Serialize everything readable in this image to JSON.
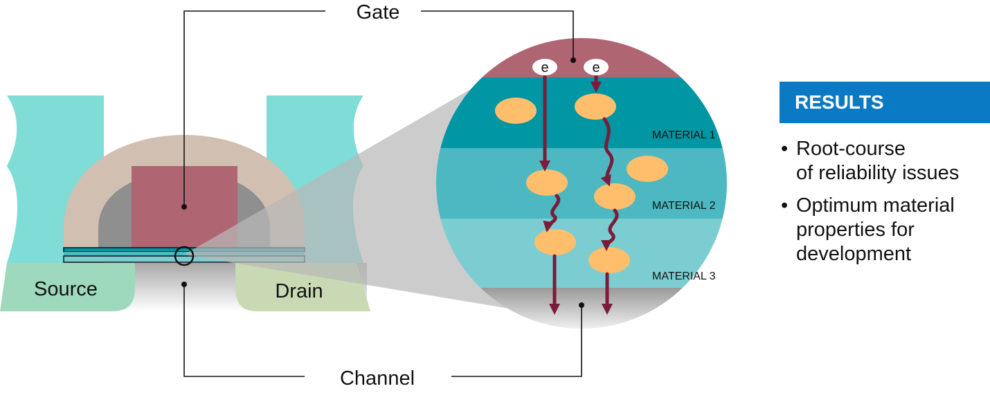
{
  "diagram": {
    "labels": {
      "gate": "Gate",
      "channel": "Channel",
      "source": "Source",
      "drain": "Drain"
    },
    "electron_label": "e",
    "materials": [
      "MATERIAL 1",
      "MATERIAL 2",
      "MATERIAL 3"
    ]
  },
  "results": {
    "header": "RESULTS",
    "bullet_glyph": "•",
    "items": [
      "Root-course\nof reliability issues",
      "Optimum material\nproperties for\ndevelopment"
    ]
  },
  "colors": {
    "accent": "#0a7ac4",
    "gate_metal": "#b06572",
    "spacer": "#d1bfb1",
    "cyan_block": "#7fdcd6",
    "source_green": "#9ed9bd",
    "drain_green": "#c9d9b4",
    "trap_orange": "#ffbe6b",
    "path_arrow": "#7a1c3a",
    "material_1": "#0096a3",
    "material_2": "#4db8c1",
    "material_3": "#7ccdd1"
  }
}
